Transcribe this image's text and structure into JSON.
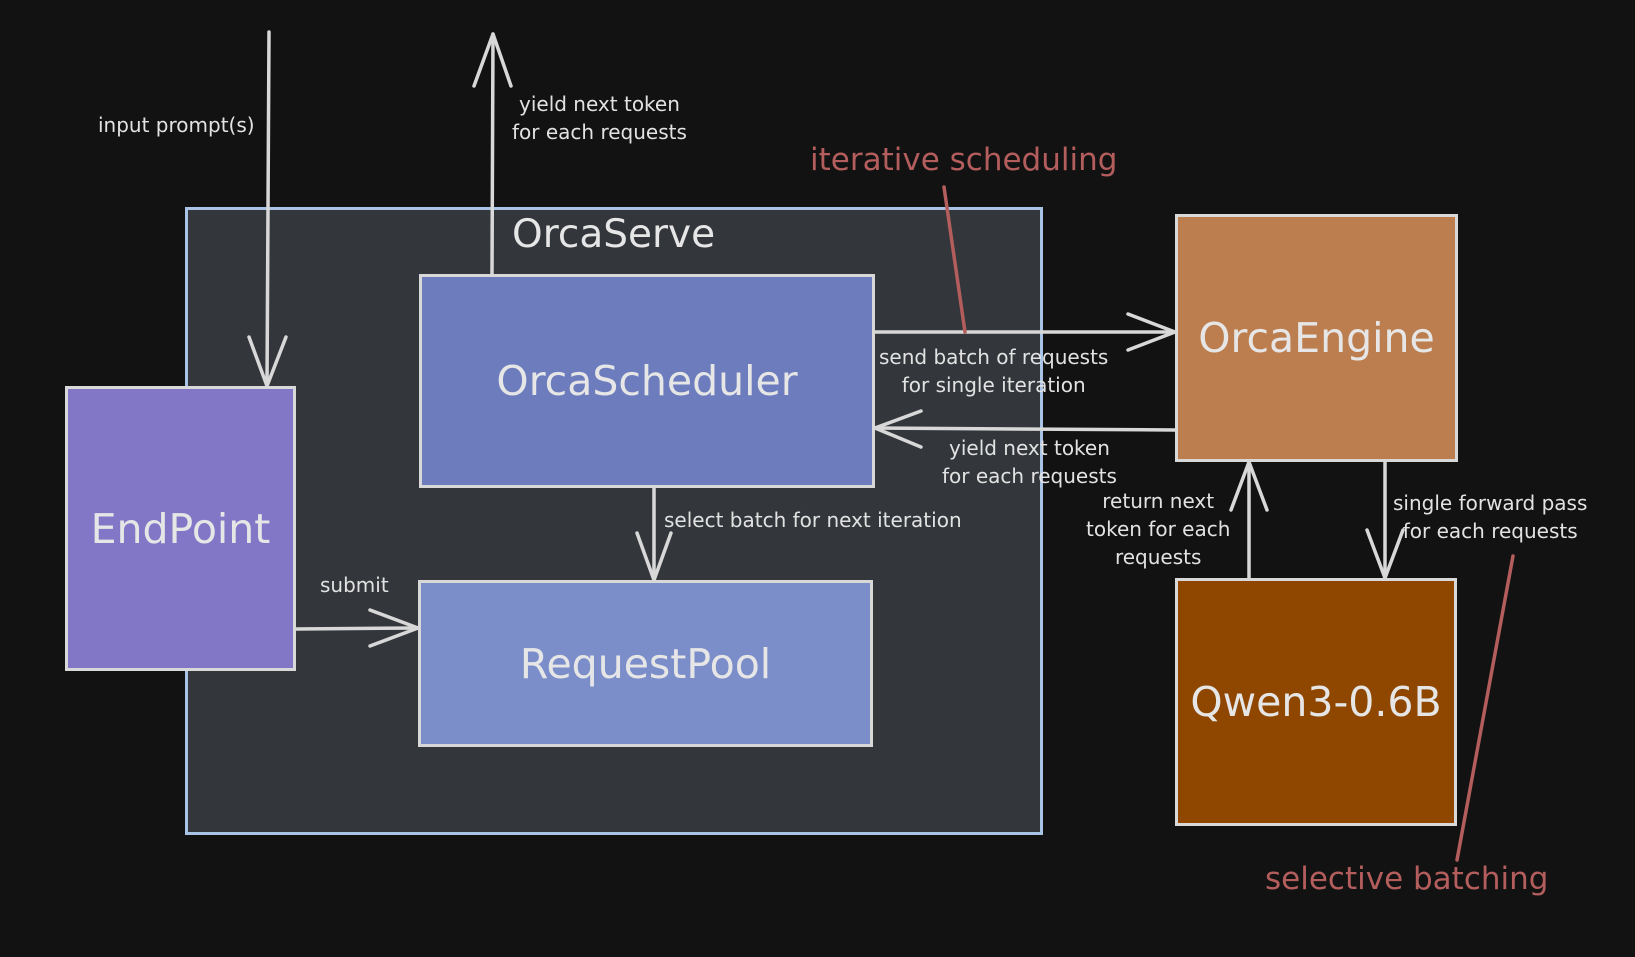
{
  "diagram": {
    "container": {
      "title": "OrcaServe"
    },
    "nodes": {
      "endpoint": {
        "label": "EndPoint"
      },
      "scheduler": {
        "label": "OrcaScheduler"
      },
      "request_pool": {
        "label": "RequestPool"
      },
      "engine": {
        "label": "OrcaEngine"
      },
      "model": {
        "label": "Qwen3-0.6B"
      }
    },
    "edge_labels": {
      "input": "input prompt(s)",
      "yield_out_line1": "yield next token",
      "yield_out_line2": "for each requests",
      "submit": "submit",
      "select_batch": "select batch for next iteration",
      "send_batch_line1": "send batch of requests",
      "send_batch_line2": "for single iteration",
      "yield_back_line1": "yield next token",
      "yield_back_line2": "for each requests",
      "return_line1": "return next",
      "return_line2": "token for each",
      "return_line3": "requests",
      "forward_line1": "single forward pass",
      "forward_line2": "for each requests"
    },
    "annotations": {
      "iterative": "iterative scheduling",
      "selective": "selective batching"
    },
    "colors": {
      "background": "#121212",
      "container_fill": "#33373b",
      "container_border": "#a9c3e6",
      "endpoint": "#8177c6",
      "scheduler": "#6c7cbd",
      "request_pool": "#7c8ec9",
      "engine": "#bd7e4f",
      "model": "#8f4700",
      "annotation": "#b35d5d",
      "arrow": "#d8d8d8"
    }
  }
}
